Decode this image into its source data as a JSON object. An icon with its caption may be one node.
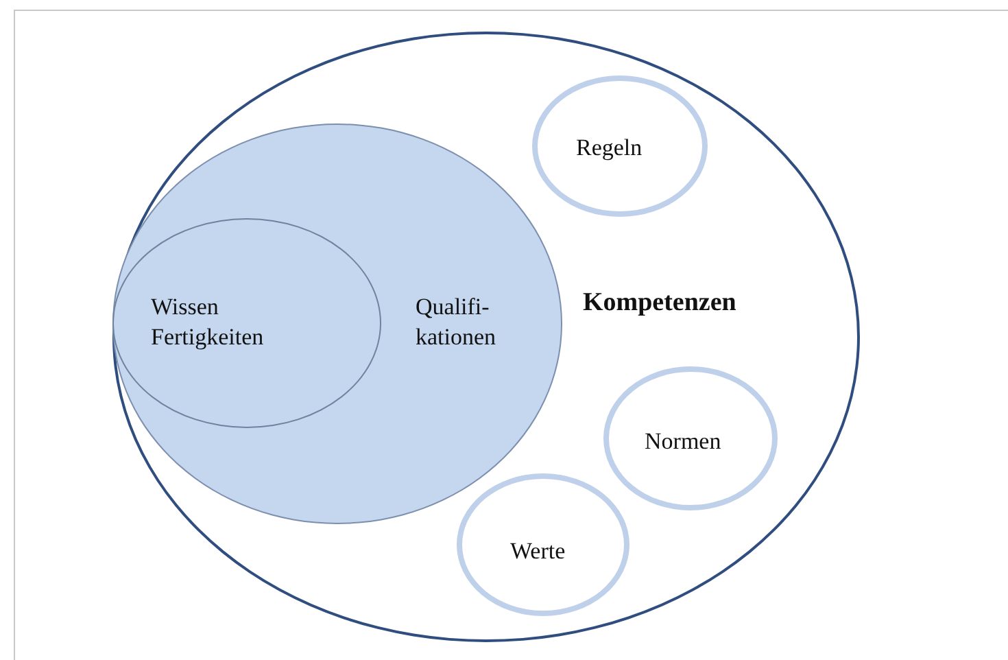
{
  "diagram": {
    "nodes": [
      {
        "text": [
          "Kompetenzen"
        ]
      },
      {
        "text": [
          "Qualifi- kationen"
        ],
        "in": 0
      },
      {
        "text": [
          "Wissen Fertigkeiten"
        ],
        "in": 1
      },
      {
        "text": [
          "Regeln"
        ],
        "in": 0
      },
      {
        "text": [
          "Normen"
        ],
        "in": 0
      },
      {
        "text": [
          "Werte"
        ],
        "in": 0
      }
    ]
  }
}
